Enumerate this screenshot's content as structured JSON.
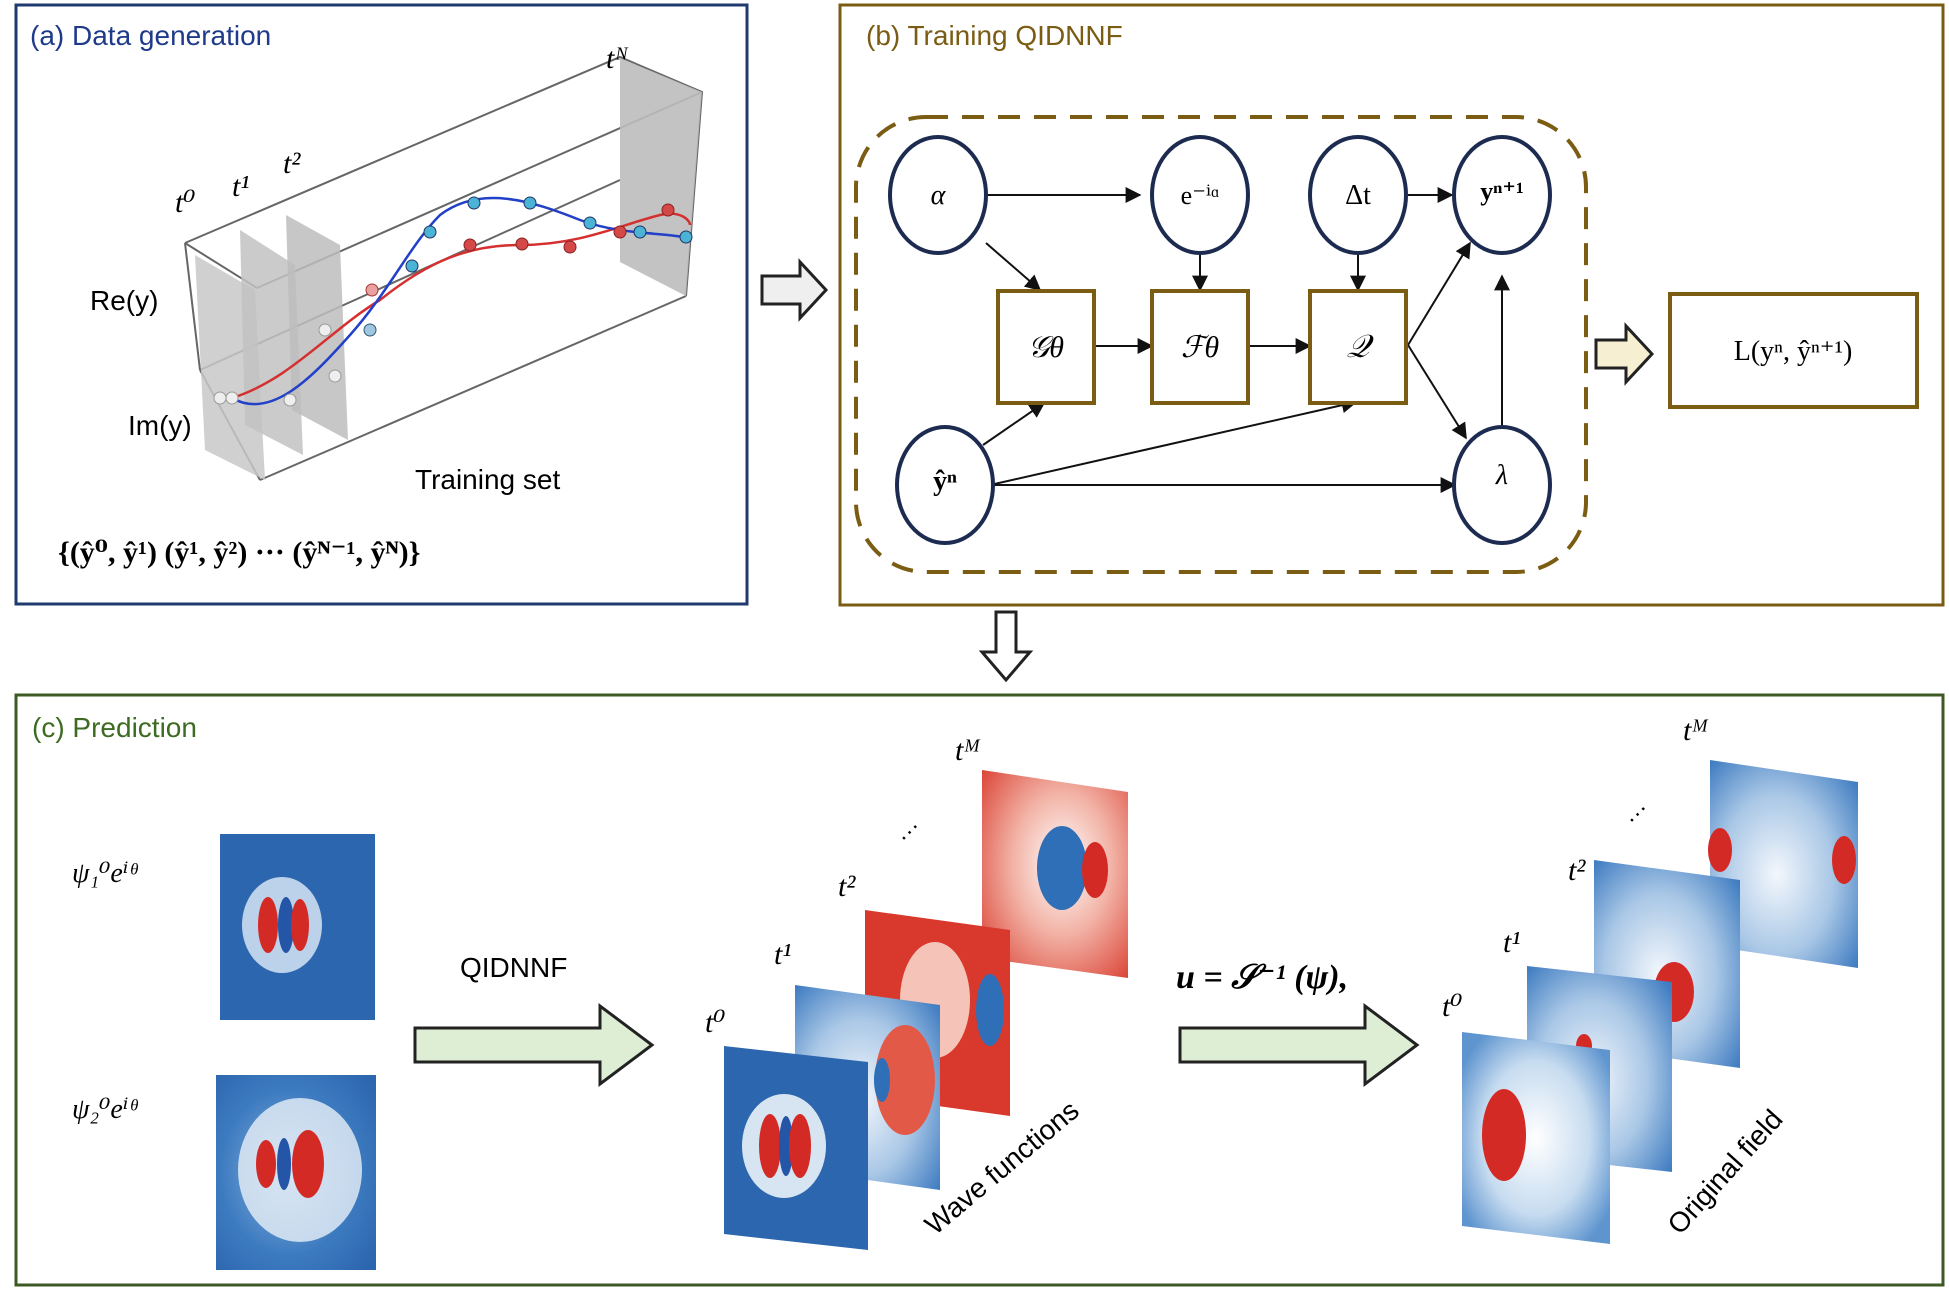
{
  "panel_a": {
    "title": "(a) Data generation",
    "t0": "t⁰",
    "t1": "t¹",
    "t2": "t²",
    "tN": "tᴺ",
    "re_label": "Re(y)",
    "im_label": "Im(y)",
    "training_set_label": "Training set",
    "training_set_formula": "{(ŷ⁰,  ŷ¹)   (ŷ¹,  ŷ²)   ···   (ŷᴺ⁻¹,  ŷᴺ)}"
  },
  "panel_b": {
    "title": "(b) Training QIDNNF",
    "node_alpha": "α",
    "node_exp": "e⁻ⁱᵅ",
    "node_dt": "Δt",
    "node_ynext": "yⁿ⁺¹",
    "node_yhat": "ŷⁿ",
    "node_lambda": "λ",
    "node_G": "𝒢θ",
    "node_F": "ℱθ",
    "node_Q": "𝒬",
    "loss_label": "L(yⁿ,  ŷⁿ⁺¹)"
  },
  "panel_c": {
    "title": "(c) Prediction",
    "psi1": "ψ₁⁰eⁱᶿ",
    "psi2": "ψ₂⁰eⁱᶿ",
    "qidnnf_label": "QIDNNF",
    "t0": "t⁰",
    "t1": "t¹",
    "t2": "t²",
    "tM": "tᴹ",
    "dots": "···",
    "wave_label": "Wave functions",
    "equation": "u = 𝒮⁻¹ (ψ),",
    "original_label": "Original field"
  },
  "colors": {
    "panel_a_border": "#1f3a6e",
    "panel_a_title": "#1f3a8a",
    "panel_b_border": "#7a5c12",
    "panel_b_title": "#7a5c12",
    "panel_c_border": "#3d5a24",
    "panel_c_title": "#3d6b22",
    "node_stroke": "#1c2b4f",
    "box_stroke": "#7a5c12",
    "arrow_green": "#ddeed5",
    "arrow_cream": "#f6efd1",
    "field_blue": "#2f6fb8",
    "field_red": "#d32a25"
  }
}
